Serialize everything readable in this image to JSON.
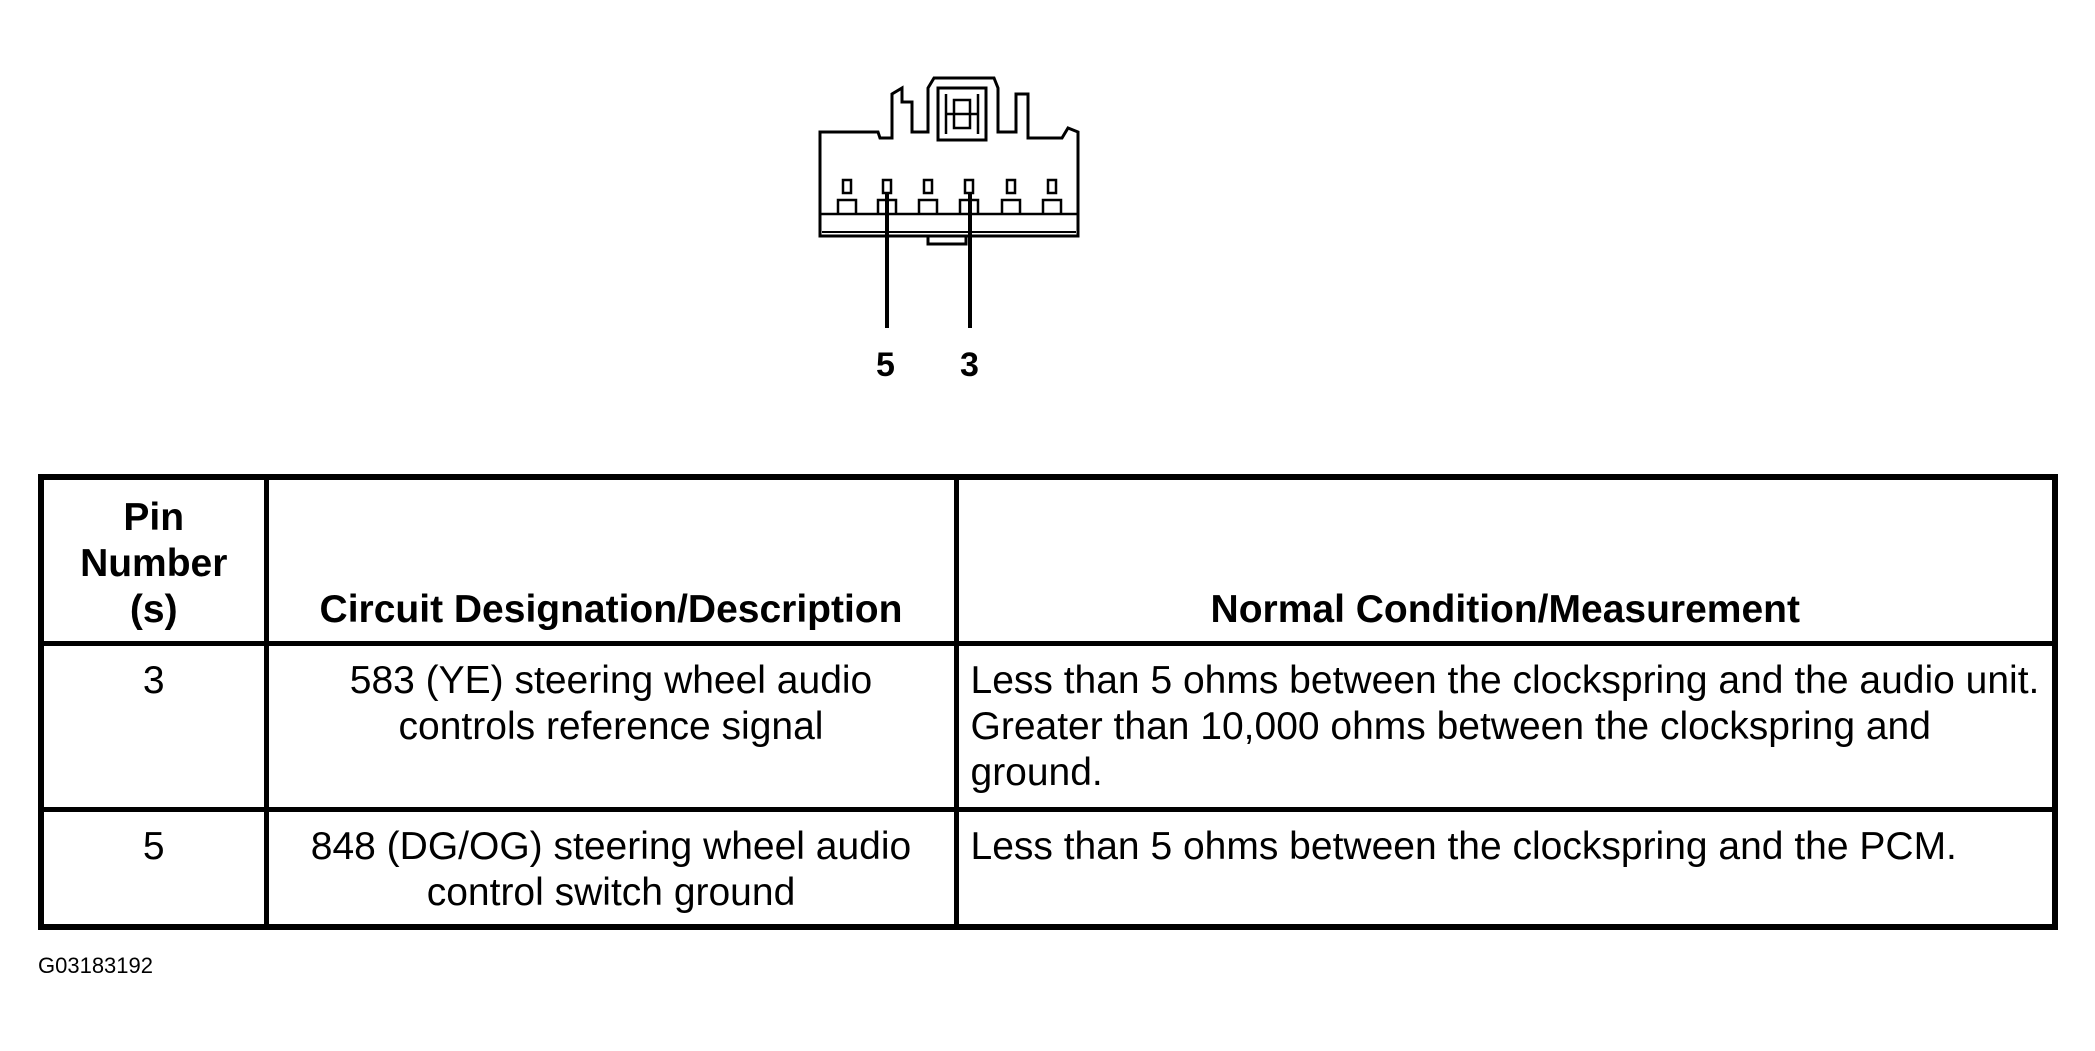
{
  "connector": {
    "pin_labels": [
      "5",
      "3"
    ]
  },
  "table": {
    "headers": {
      "pin": "Pin Number (s)",
      "circuit": "Circuit Designation/Description",
      "condition": "Normal Condition/Measurement"
    },
    "rows": [
      {
        "pin": "3",
        "circuit": "583 (YE) steering wheel audio controls reference signal",
        "condition": "Less than 5 ohms between the clockspring and the audio unit. Greater than 10,000 ohms between the clockspring and ground."
      },
      {
        "pin": "5",
        "circuit": "848 (DG/OG) steering wheel audio control switch ground",
        "condition": "Less than 5 ohms between the clockspring and the PCM."
      }
    ]
  },
  "figure_id": "G03183192"
}
